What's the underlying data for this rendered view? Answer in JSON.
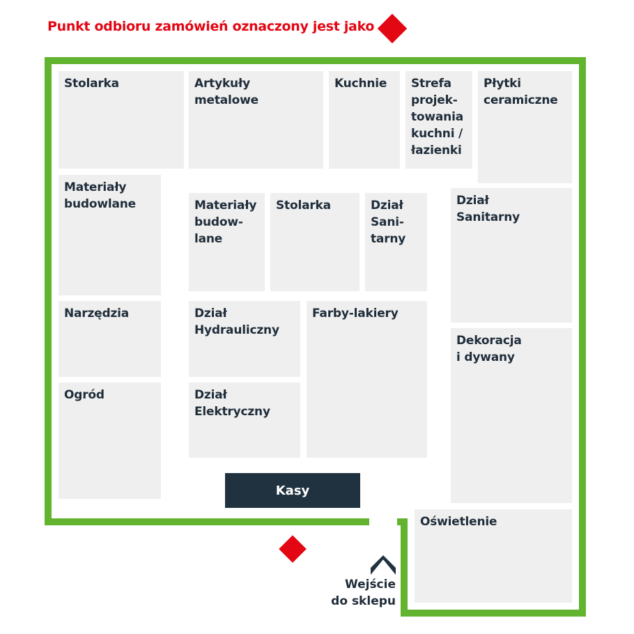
{
  "legend": {
    "text": "Punkt odbioru zamówień oznaczony jest jako",
    "marker_icon": "red-diamond-icon",
    "marker_color": "#e30613"
  },
  "departments": {
    "stolarka_top": "Stolarka",
    "artykuly_metalowe": "Artykuły\nmetalowe",
    "kuchnie": "Kuchnie",
    "strefa": "Strefa\nprojek-\ntowania\nkuchni /\nłazienki",
    "plytki": "Płytki\nceramiczne",
    "materialy_left": "Materiały\nbudowlane",
    "materialy_mid": "Materiały\nbudow-\nlane",
    "stolarka_mid": "Stolarka",
    "sanitarny_mid": "Dział\nSani-\ntarny",
    "sanitarny_right": "Dział\nSanitarny",
    "narzedzia": "Narzędzia",
    "hydrauliczny": "Dział\nHydrauliczny",
    "farby": "Farby-lakiery",
    "dekoracja": "Dekoracja\ni dywany",
    "ogrod": "Ogród",
    "elektryczny": "Dział\nElektryczny",
    "oswietlenie": "Oświetlenie"
  },
  "checkout": {
    "label": "Kasy"
  },
  "entrance": {
    "label": "Wejście\ndo sklepu",
    "icon": "entrance-arrow-icon"
  },
  "pickup_point": {
    "icon": "red-diamond-icon",
    "color": "#e30613"
  },
  "colors": {
    "wall": "#62b32e",
    "zone": "#efefef",
    "text": "#1f2d3a",
    "checkout": "#203240",
    "accent": "#e30613"
  }
}
